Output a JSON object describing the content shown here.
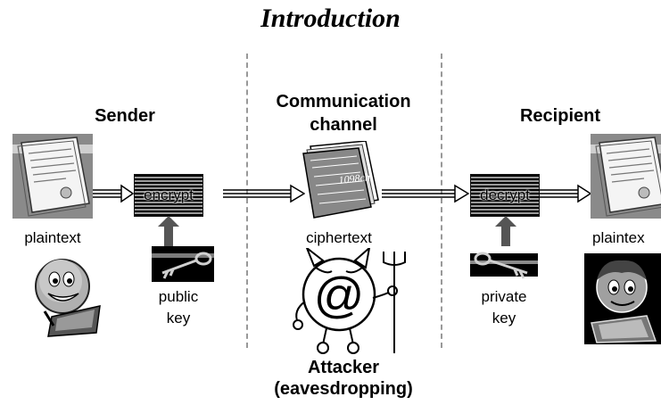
{
  "title": "Introduction",
  "sender": {
    "header": "Sender",
    "doc_label": "plaintext",
    "key_label_line1": "public",
    "key_label_line2": "key"
  },
  "encrypt_label": "encrypt",
  "channel": {
    "header_line1": "Communication",
    "header_line2": "channel",
    "doc_label": "ciphertext"
  },
  "attacker": {
    "line1": "Attacker",
    "line2": "(eavesdropping)"
  },
  "decrypt_label": "decrypt",
  "recipient": {
    "header": "Recipient",
    "doc_label": "plaintex",
    "key_label_line1": "private",
    "key_label_line2": "key"
  }
}
